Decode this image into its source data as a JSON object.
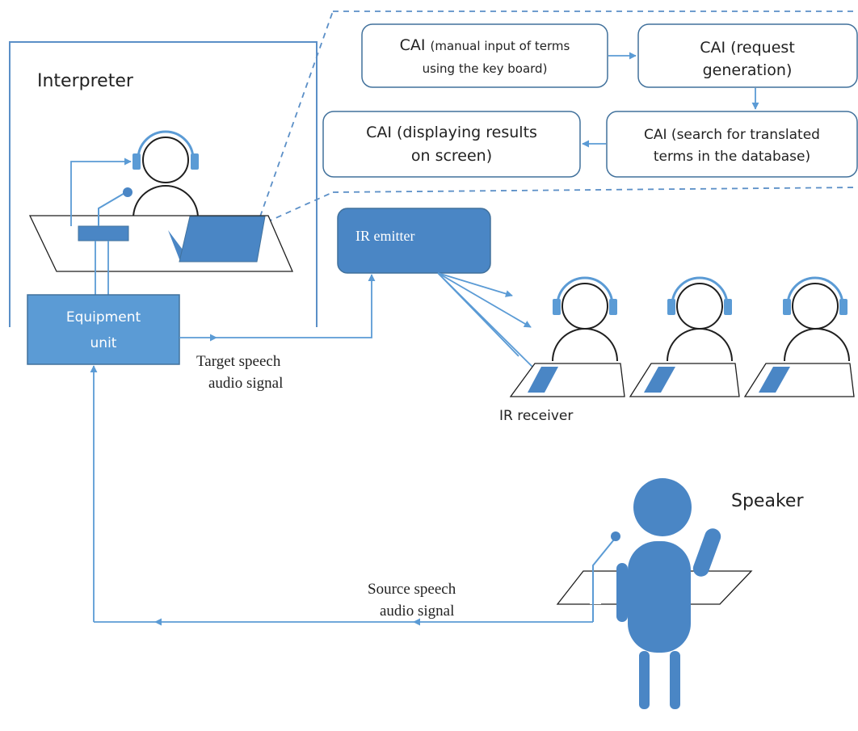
{
  "labels": {
    "interpreter": "Interpreter",
    "speaker": "Speaker",
    "equipment_unit_line1": "Equipment",
    "equipment_unit_line2": "unit",
    "ir_emitter": "IR emitter",
    "ir_receiver": "IR receiver",
    "target_speech_line1": "Target speech",
    "target_speech_line2": "audio signal",
    "source_speech_line1": "Source speech",
    "source_speech_line2": "audio signal"
  },
  "cai_steps": {
    "manual_input_line1a": "CAI",
    "manual_input_line1b": "(manual input of terms",
    "manual_input_line2": "using the key board)",
    "request_line1": "CAI (request",
    "request_line2": "generation)",
    "search_line1": "CAI (search for translated",
    "search_line2": "terms in the database)",
    "display_line1": "CAI (displaying results",
    "display_line2": "on screen)"
  },
  "colors": {
    "accent": "#5b9bd5",
    "fill_dark": "#4a86c5",
    "stroke": "#5b8fc7",
    "box_border": "#41719c",
    "text": "#222222",
    "box_text": "#ffffff"
  }
}
